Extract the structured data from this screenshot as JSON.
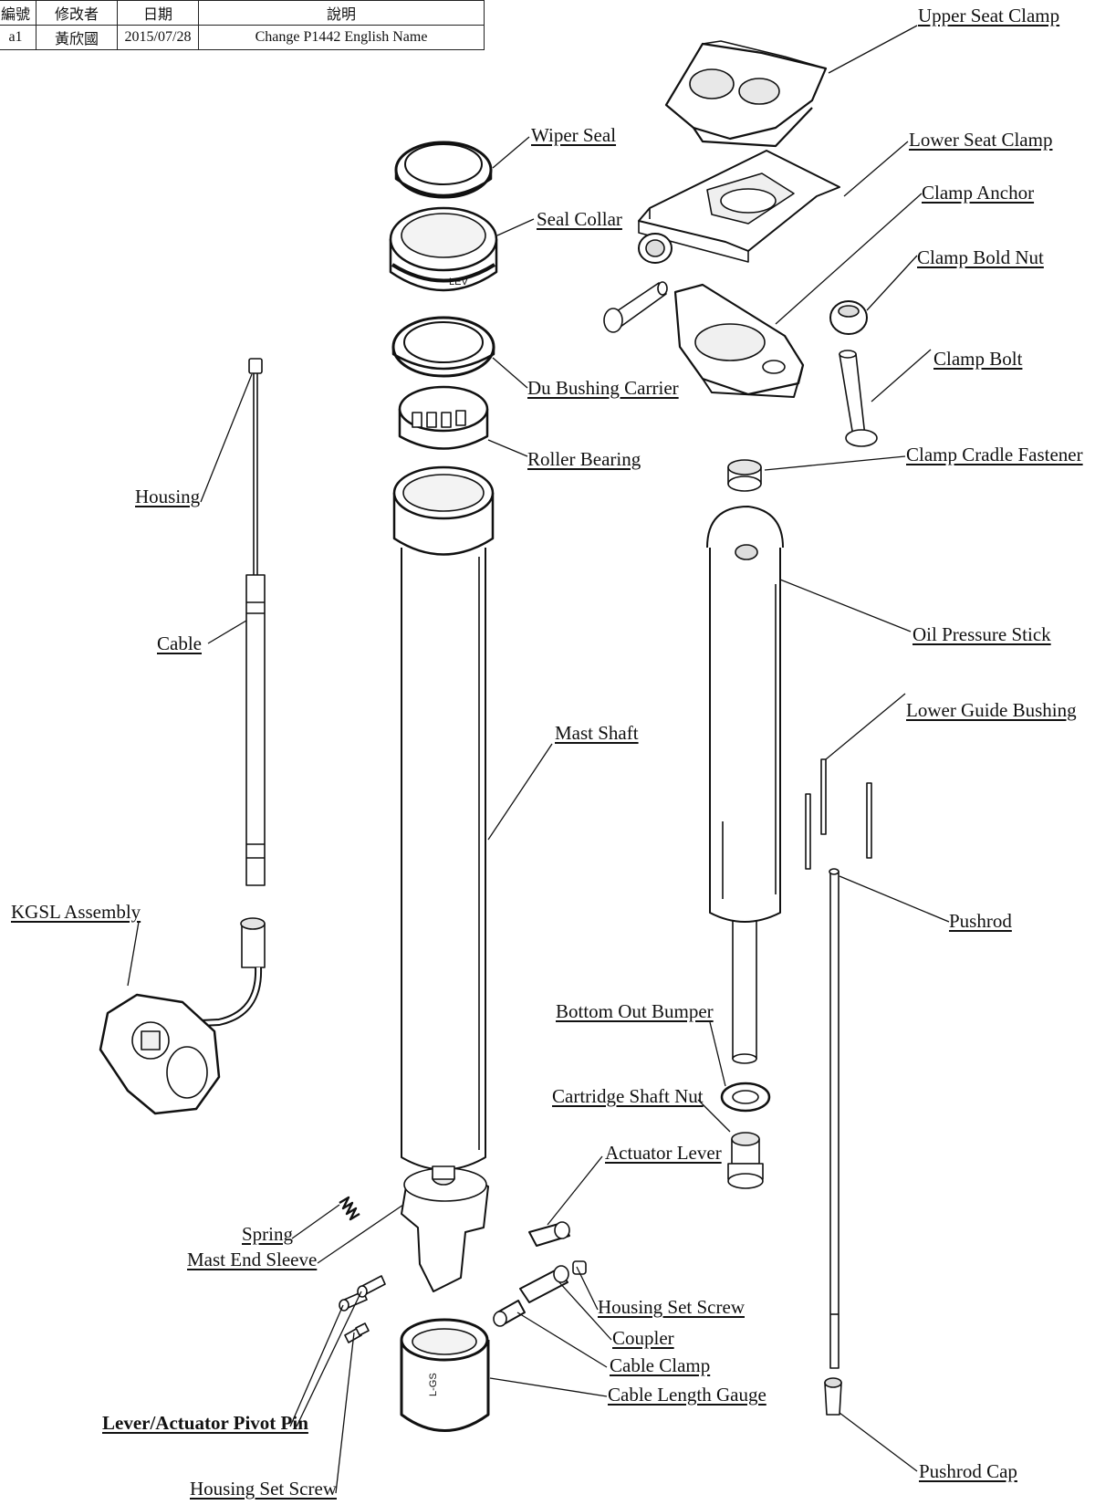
{
  "revision_table": {
    "headers": [
      "編號",
      "修改者",
      "日期",
      "說明"
    ],
    "row": [
      "a1",
      "黃欣國",
      "2015/07/28",
      "Change P1442 English Name"
    ]
  },
  "labels": {
    "upper_seat_clamp": "Upper Seat Clamp",
    "lower_seat_clamp": "Lower Seat Clamp",
    "clamp_anchor": "Clamp Anchor",
    "clamp_bold_nut": "Clamp Bold Nut",
    "clamp_bolt": "Clamp Bolt",
    "clamp_cradle_fastener": "Clamp Cradle Fastener",
    "oil_pressure_stick": "Oil Pressure Stick",
    "lower_guide_bushing": "Lower Guide Bushing",
    "pushrod": "Pushrod",
    "pushrod_cap": "Pushrod Cap",
    "wiper_seal": "Wiper Seal",
    "seal_collar": "Seal Collar",
    "du_bushing_carrier": "Du  Bushing Carrier",
    "roller_bearing": "Roller Bearing",
    "mast_shaft": "Mast Shaft",
    "housing": "Housing",
    "cable": "Cable",
    "kgsl_assembly": "KGSL Assembly",
    "bottom_out_bumper": "Bottom Out Bumper",
    "cartridge_shaft_nut": "Cartridge Shaft Nut",
    "actuator_lever": "Actuator Lever",
    "spring": "Spring",
    "mast_end_sleeve": "Mast End Sleeve",
    "housing_set_screw_right": "Housing Set Screw",
    "coupler": "Coupler",
    "cable_clamp": "Cable Clamp",
    "cable_length_gauge": "Cable Length Gauge",
    "lever_actuator_pivot_pin": "Lever/Actuator Pivot Pin",
    "housing_set_screw_left": "Housing Set Screw"
  },
  "gauge_marking": "L-GS",
  "collar_marking": "LEV"
}
